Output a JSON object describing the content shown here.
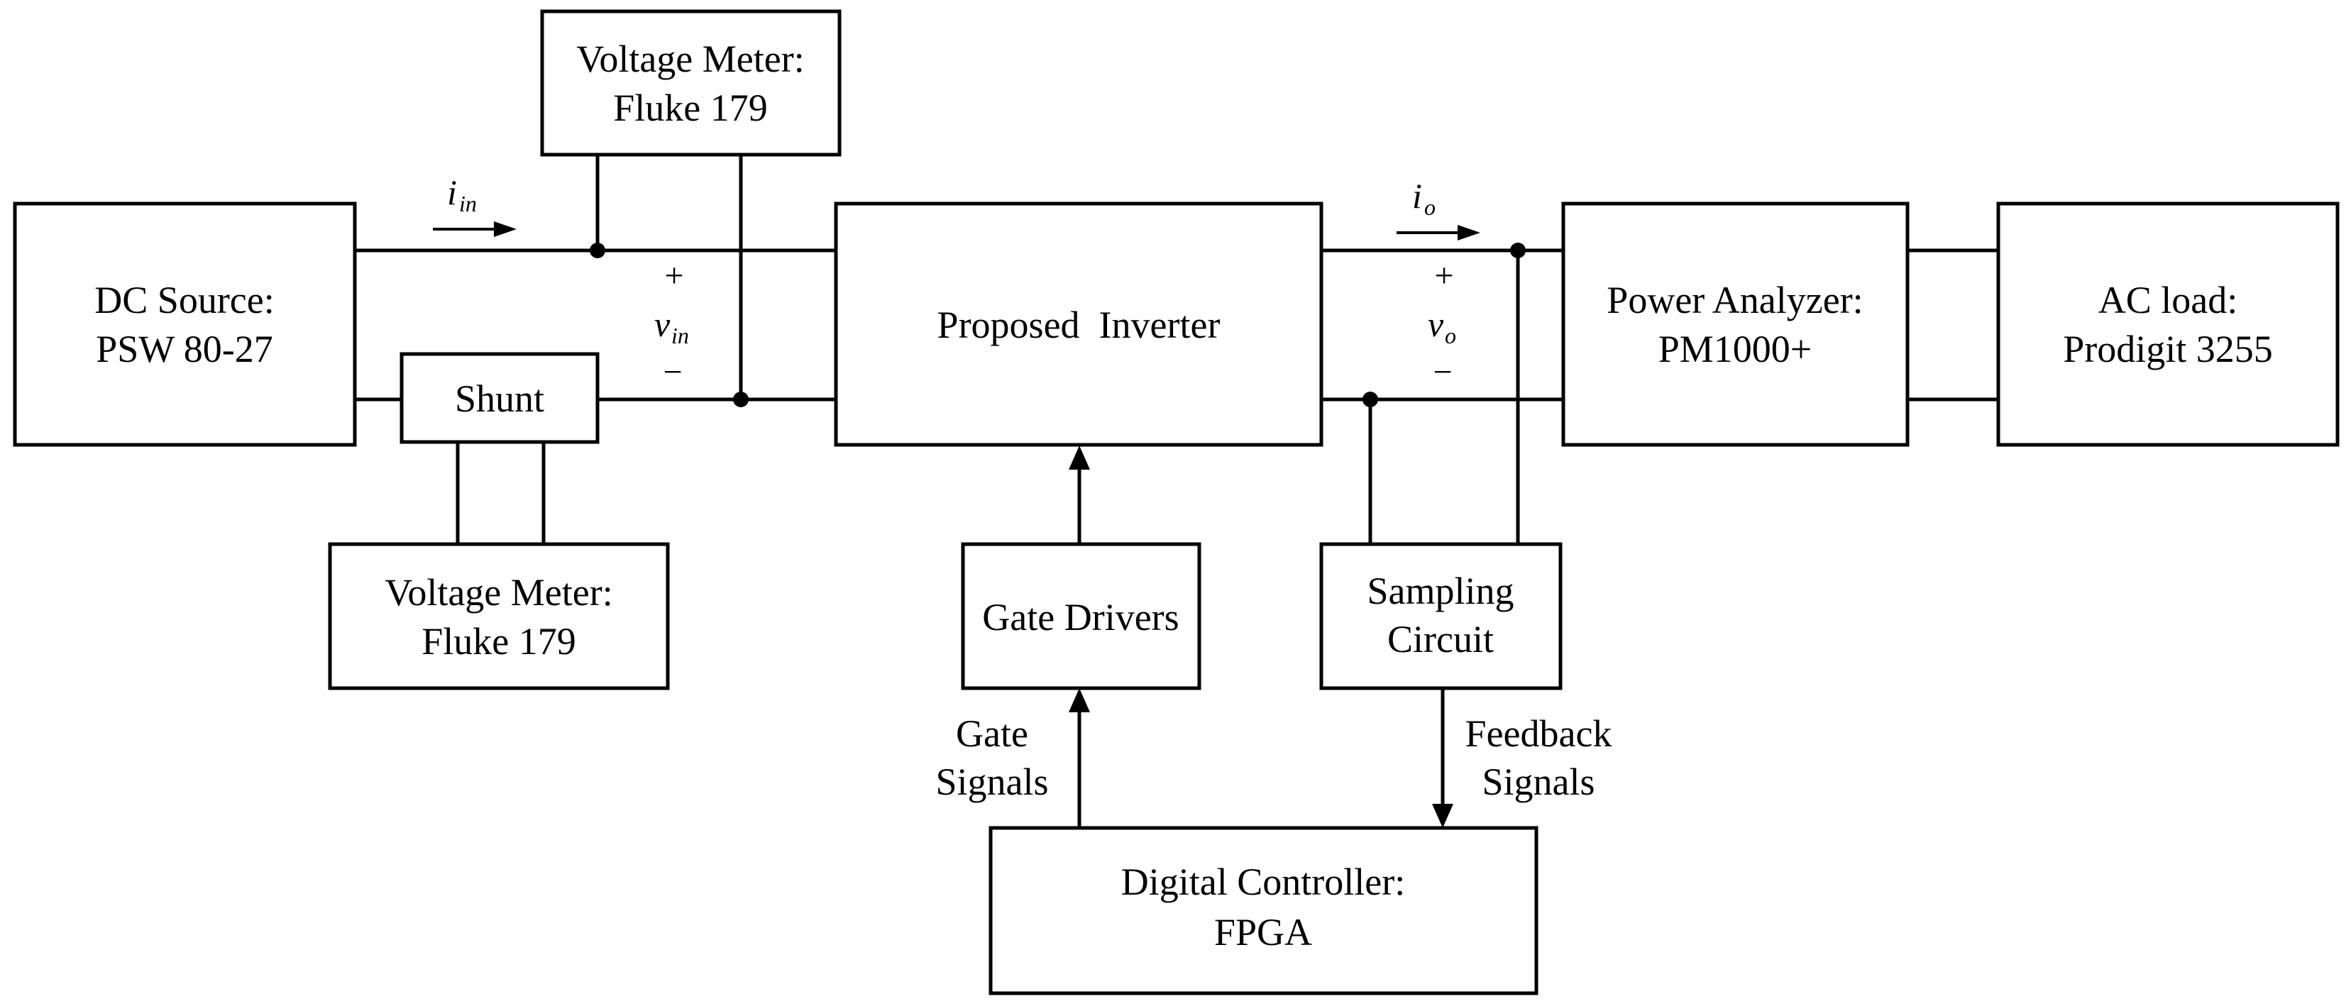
{
  "blocks": {
    "voltage_meter_top": {
      "line1": "Voltage Meter:",
      "line2": "Fluke 179"
    },
    "dc_source": {
      "line1": "DC Source:",
      "line2": "PSW 80-27"
    },
    "shunt": {
      "label": "Shunt"
    },
    "voltage_meter_bottom": {
      "line1": "Voltage Meter:",
      "line2": "Fluke 179"
    },
    "inverter": {
      "label": "Proposed  Inverter"
    },
    "gate_drivers": {
      "label": "Gate Drivers"
    },
    "sampling_circuit": {
      "line1": "Sampling",
      "line2": "Circuit"
    },
    "power_analyzer": {
      "line1": "Power Analyzer:",
      "line2": "PM1000+"
    },
    "ac_load": {
      "line1": "AC load:",
      "line2": "Prodigit 3255"
    },
    "digital_controller": {
      "line1": "Digital Controller:",
      "line2": "FPGA"
    }
  },
  "signals": {
    "gate_signals": {
      "line1": "Gate",
      "line2": "Signals"
    },
    "feedback_signals": {
      "line1": "Feedback",
      "line2": "Signals"
    }
  },
  "input_side": {
    "current_symbol": "i",
    "current_subscript": "in",
    "voltage_symbol": "v",
    "voltage_subscript": "in",
    "plus": "+",
    "minus": "−"
  },
  "output_side": {
    "current_symbol": "i",
    "current_subscript": "o",
    "voltage_symbol": "v",
    "voltage_subscript": "o",
    "plus": "+",
    "minus": "−"
  }
}
